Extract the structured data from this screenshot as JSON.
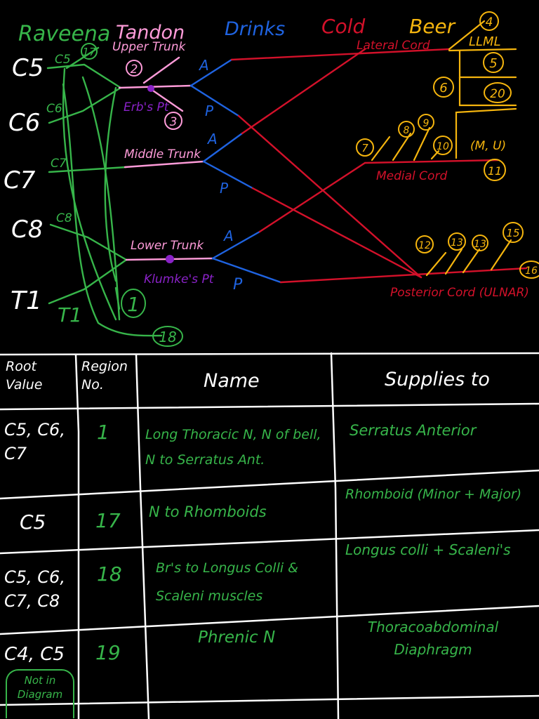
{
  "mnemonic": {
    "roots_word": "Raveena",
    "trunks_word": "Tandon",
    "divisions_word": "Drinks",
    "cords_word": "Cold",
    "branches_word": "Beer"
  },
  "roots": [
    "C5",
    "C6",
    "C7",
    "C8",
    "T1"
  ],
  "root_tags": [
    "C5",
    "C6",
    "C7",
    "C8",
    "T1"
  ],
  "trunks": {
    "upper": "Upper Trunk",
    "middle": "Middle Trunk",
    "lower": "Lower Trunk"
  },
  "points": {
    "erbs": "Erb's Pt",
    "klumpke": "Klumke's Pt"
  },
  "divisions": [
    "A",
    "P",
    "A",
    "P",
    "A",
    "P"
  ],
  "cords": {
    "lateral": "Lateral Cord",
    "medial": "Medial Cord",
    "posterior": "Posterior Cord (ULNAR)"
  },
  "branch_labels": {
    "n4": "4",
    "llml": "LLML",
    "n5": "5",
    "n6": "6",
    "n20": "20",
    "n7": "7",
    "n8": "8",
    "n9": "9",
    "n10": "10",
    "mu": "(M, U)",
    "n11": "11",
    "n12": "12",
    "n13a": "13",
    "n13b": "13",
    "n15": "15",
    "n16": "16",
    "n17": "17",
    "n2": "2",
    "n3": "3",
    "n1": "1",
    "n18": "18"
  },
  "colors": {
    "roots": "#37b54a",
    "trunks": "#ff9bd9",
    "divisions": "#1f63e0",
    "cords": "#d3112a",
    "branches": "#f5b50e",
    "points": "#8a22c8"
  },
  "table": {
    "headers": {
      "root_value": "Root Value",
      "region_no": "Region No.",
      "name": "Name",
      "supplies_to": "Supplies to"
    },
    "rows": [
      {
        "root": "C5, C6, C7",
        "region": "1",
        "name": "Long Thoracic N, N of bell, N to Serratus Ant.",
        "supplies": "Serratus Anterior",
        "note": ""
      },
      {
        "root": "C5",
        "region": "17",
        "name": "N to Rhomboids",
        "supplies": "Rhomboid (Minor + Major)",
        "note": ""
      },
      {
        "root": "C5, C6, C7, C8",
        "region": "18",
        "name": "Br's to Longus Colli & Scaleni muscles",
        "supplies": "Longus colli + Scaleni's",
        "note": ""
      },
      {
        "root": "C4, C5",
        "region": "19",
        "name": "Phrenic N",
        "supplies": "Thoracoabdominal Diaphragm",
        "note": "Not in Diagram"
      }
    ]
  }
}
